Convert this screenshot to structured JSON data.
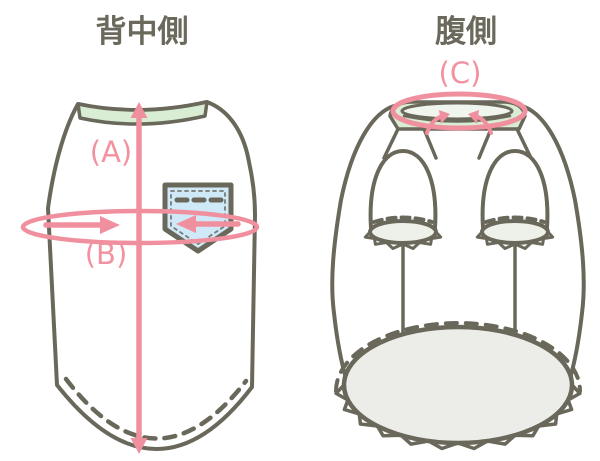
{
  "diagram": {
    "back_view": {
      "title": "背中側",
      "measure_a_label": "(A)",
      "measure_b_label": "(B)"
    },
    "belly_view": {
      "title": "腹側",
      "measure_c_label": "(C)"
    },
    "colors": {
      "outline": "#6a685b",
      "measure_pink": "#f0909f",
      "label_pink": "#f2919f",
      "collar_green": "#d9ecd4",
      "neck_inner_green": "#f0f6ee",
      "pocket_blue": "#cfe9f8",
      "belly_opening_gray": "#ecede8",
      "cuff_opening_gray": "#eef0ea",
      "title_text": "#6b685c",
      "background": "#ffffff"
    }
  }
}
